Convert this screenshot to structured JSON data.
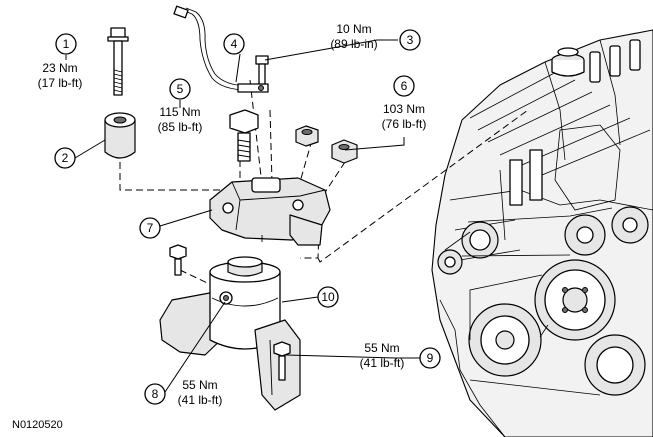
{
  "figure_id": "N0120520",
  "callouts": [
    {
      "number": "1",
      "torque_nm": "23 Nm",
      "torque_imperial": "(17 lb-ft)"
    },
    {
      "number": "2"
    },
    {
      "number": "3",
      "torque_nm": "10 Nm",
      "torque_imperial": "(89 lb-in)"
    },
    {
      "number": "4"
    },
    {
      "number": "5",
      "torque_nm": "115 Nm",
      "torque_imperial": "(85 lb-ft)"
    },
    {
      "number": "6",
      "torque_nm": "103 Nm",
      "torque_imperial": "(76 lb-ft)"
    },
    {
      "number": "7"
    },
    {
      "number": "8",
      "torque_nm": "55 Nm",
      "torque_imperial": "(41 lb-ft)"
    },
    {
      "number": "9",
      "torque_nm": "55 Nm",
      "torque_imperial": "(41 lb-ft)"
    },
    {
      "number": "10"
    }
  ]
}
